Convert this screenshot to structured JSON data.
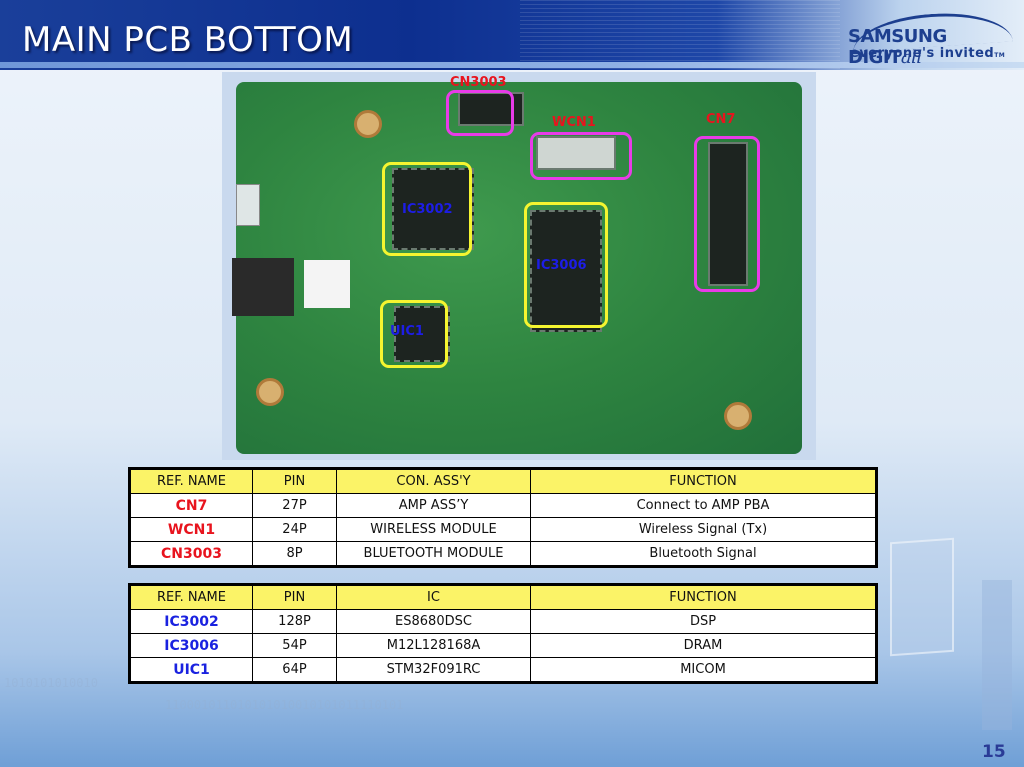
{
  "header": {
    "title": "MAIN PCB BOTTOM",
    "logo": {
      "brand": "SAMSUNG DIGIT",
      "brand_suffix": "all",
      "tagline": "everyone's invited",
      "tm": "TM"
    }
  },
  "pcb_labels": {
    "cn3003": "CN3003",
    "wcn1": "WCN1",
    "cn7": "CN7",
    "ic3002": "IC3002",
    "ic3006": "IC3006",
    "uic1": "UIC1"
  },
  "connector_table": {
    "headers": [
      "REF. NAME",
      "PIN",
      "CON. ASS'Y",
      "FUNCTION"
    ],
    "rows": [
      {
        "ref": "CN7",
        "pin": "27P",
        "assy": "AMP ASS’Y",
        "function": "Connect to AMP PBA"
      },
      {
        "ref": "WCN1",
        "pin": "24P",
        "assy": "WIRELESS MODULE",
        "function": "Wireless Signal (Tx)"
      },
      {
        "ref": "CN3003",
        "pin": "8P",
        "assy": "BLUETOOTH MODULE",
        "function": "Bluetooth Signal"
      }
    ]
  },
  "ic_table": {
    "headers": [
      "REF. NAME",
      "PIN",
      "IC",
      "FUNCTION"
    ],
    "rows": [
      {
        "ref": "IC3002",
        "pin": "128P",
        "ic": "ES8680DSC",
        "function": "DSP"
      },
      {
        "ref": "IC3006",
        "pin": "54P",
        "ic": "M12L128168A",
        "function": "DRAM"
      },
      {
        "ref": "UIC1",
        "pin": "64P",
        "ic": "STM32F091RC",
        "function": "MICOM"
      }
    ]
  },
  "background_text": {
    "binary_1": "1010101010010",
    "binary_2": "110001011010101010010101011110101"
  },
  "colors": {
    "header_blue": "#0d2f8f",
    "highlight_yellow": "#f5f530",
    "highlight_magenta": "#e83be8",
    "label_red": "#e8141e",
    "label_blue": "#1d1de6",
    "table_header_yellow": "#fbf367"
  },
  "page_number": "15"
}
